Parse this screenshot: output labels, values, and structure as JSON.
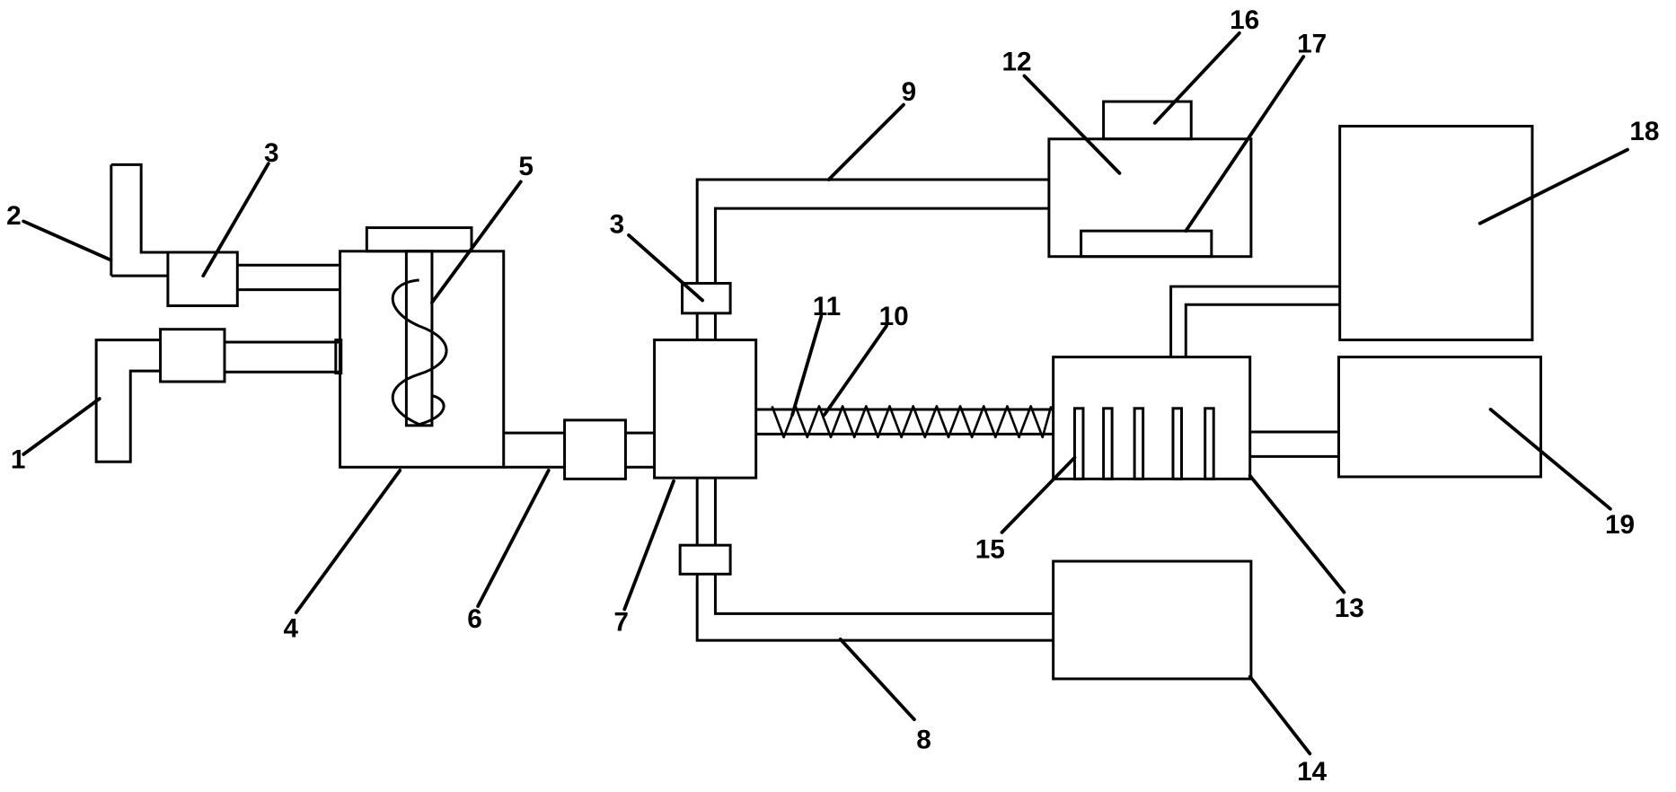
{
  "labels": {
    "l1": "1",
    "l2": "2",
    "l3a": "3",
    "l3b": "3",
    "l4": "4",
    "l5": "5",
    "l6": "6",
    "l7": "7",
    "l8": "8",
    "l9": "9",
    "l10": "10",
    "l11": "11",
    "l12": "12",
    "l13": "13",
    "l14": "14",
    "l15": "15",
    "l16": "16",
    "l17": "17",
    "l18": "18",
    "l19": "19"
  }
}
